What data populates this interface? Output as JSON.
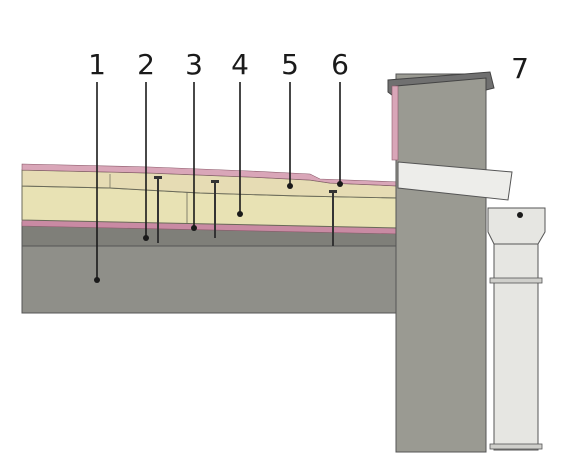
{
  "diagram": {
    "callouts": [
      {
        "id": "1",
        "label": "1"
      },
      {
        "id": "2",
        "label": "2"
      },
      {
        "id": "3",
        "label": "3"
      },
      {
        "id": "4",
        "label": "4"
      },
      {
        "id": "5",
        "label": "5"
      },
      {
        "id": "6",
        "label": "6"
      },
      {
        "id": "7",
        "label": "7"
      }
    ],
    "colors": {
      "concrete": "#8f8f89",
      "insulation": "#e8e2b4",
      "membrane": "#c7a7a0",
      "pink_layer": "#d9a6b8",
      "stone": "#9a9a92",
      "cap": "#707070",
      "pipe": "#e6e6e2",
      "outline": "#555555"
    }
  }
}
